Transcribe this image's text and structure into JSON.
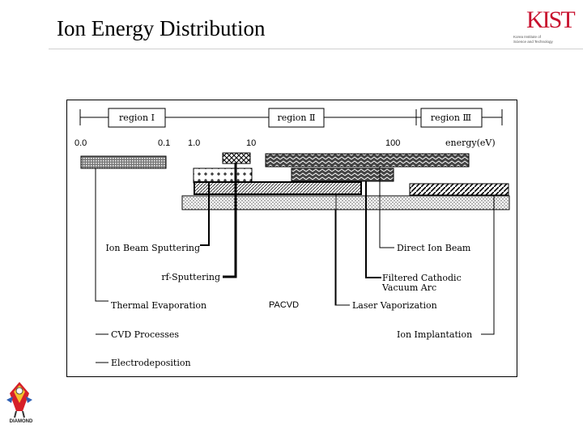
{
  "slide": {
    "title": "Ion Energy Distribution"
  },
  "logo": {
    "wordmark": "KIST",
    "line1": "Korea Institute of",
    "line2": "Science and Technology"
  },
  "mascot": {
    "caption": "DIAMOND"
  },
  "diagram": {
    "regions": [
      "region Ⅰ",
      "region Ⅱ",
      "region Ⅲ"
    ],
    "scale": {
      "ticks": [
        "0.0",
        "0.1",
        "1.0",
        "10",
        "100"
      ],
      "axis_label": "energy(eV)"
    },
    "processes": {
      "ion_beam_sputtering": "Ion Beam Sputtering",
      "rf_sputtering": "rf-Sputtering",
      "thermal_evaporation": "Thermal Evaporation",
      "cvd": "CVD Processes",
      "electrodeposition": "Electrodeposition",
      "pacvd": "PACVD",
      "direct_ion_beam": "Direct Ion Beam",
      "filtered_arc_1": "Filtered Cathodic",
      "filtered_arc_2": "Vacuum Arc",
      "laser": "Laser Vaporization",
      "ion_implantation": "Ion Implantation"
    }
  }
}
